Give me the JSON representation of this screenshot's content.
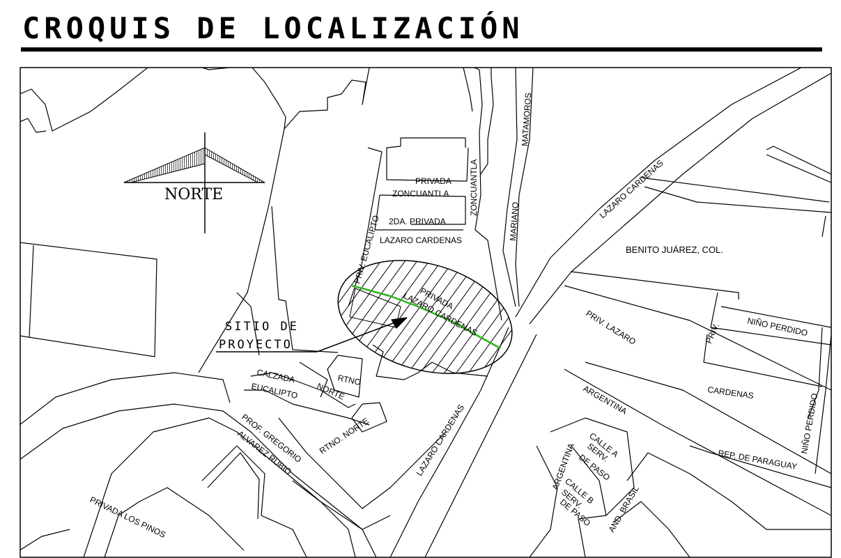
{
  "title": "CROQUIS DE LOCALIZACIÓN",
  "north_label": "NORTE",
  "site_label_line1": "SITIO DE",
  "site_label_line2": "PROYECTO",
  "streets": {
    "privada": "PRIVADA",
    "zoncuantla": "ZONCUANTLA",
    "zoncuantla_vertical": "ZONCUANTLA",
    "segunda_privada": "2DA. PRIVADA",
    "lazaro_cardenas_top": "LAZARO CARDENAS",
    "priv_eucalipto": "PRIV. EUCALIPTO",
    "matamoros": "MATAMOROS",
    "mariano": "MARIANO",
    "lazaro_cardenas_ne": "LAZARO CARDENAS",
    "benito_juarez": "BENITO JUÁREZ, COL.",
    "privada_site": "PRIVADA",
    "lazaro_cardenas_site": "LAZARO CARDENAS",
    "priv_lazaro": "PRIV. LAZARO",
    "priv_short": "PRIV.",
    "nino_perdido": "NIÑO PERDIDO",
    "cardenas": "CARDENAS",
    "nino_perdido_vertical": "NIÑO PERDIDO",
    "argentina": "ARGENTINA",
    "rep_paraguay": "REP. DE PARAGUAY",
    "calle_a": "CALLE A",
    "serv_a": "SERV.",
    "de_paso_a": "DE PASO",
    "argentina_south": "ARGENTINA",
    "calle_b": "CALLE B",
    "serv_b": "SERV.",
    "de_paso_b": "DE PASO",
    "and_brasil": "AND. BRASIL",
    "calzada": "CALZADA",
    "eucalipto": "EUCALIPTO",
    "rtno": "RTNO",
    "norte": "NORTE",
    "rtno_norte": "RTNO.  NORTE",
    "lazaro_cardenas_south": "LAZARO CARDENAS",
    "prof_gregorio": "PROF. GREGORIO",
    "alvarez_rubio": "ALVAREZ RUBIO",
    "privada_los_pinos": "PRIVADA LOS PINOS"
  }
}
